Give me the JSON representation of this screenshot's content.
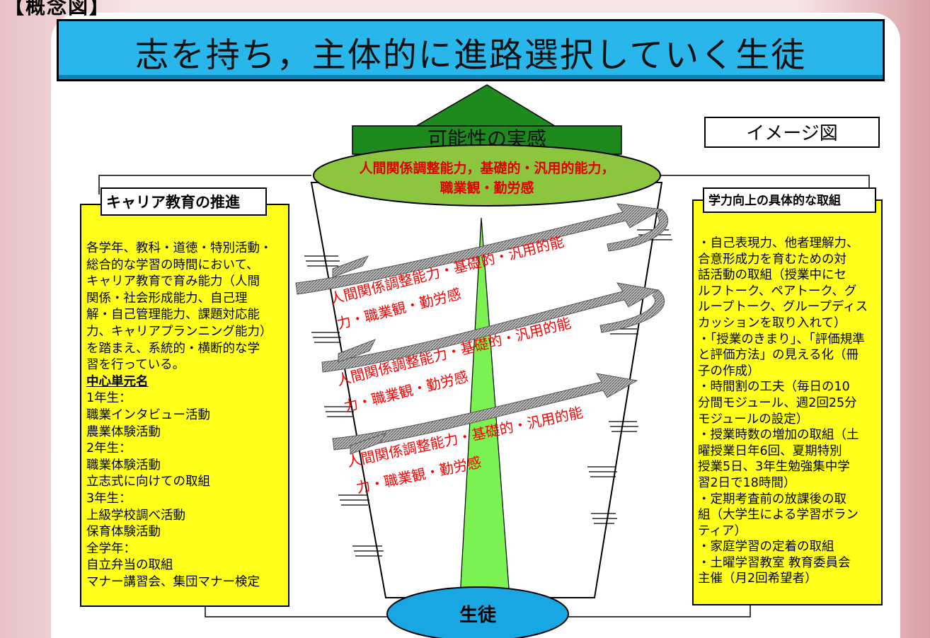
{
  "corner_label": "【概念図】",
  "title": "志を持ち，主体的に進路選択していく生徒",
  "arrow_label": "可能性の実感",
  "image_label": "イメージ図",
  "top_ellipse": [
    "人間関係調整能力，基礎的・汎用的能力，",
    "職業観・勤労感"
  ],
  "bottom_ellipse": "生徒",
  "spiral_text": {
    "line1": "人間関係調整能力・基礎的・汎用的能",
    "line2": "力・職業観・勤労感"
  },
  "left_box": {
    "heading": "キャリア教育の推進",
    "lines": [
      "各学年、教科・道徳・特別活動・",
      "総合的な学習の時間において、",
      "キャリア教育で育み能力（人間",
      "関係・社会形成能力、自己理",
      "解・自己管理能力、課題対応能",
      "力、キャリアプランニング能力）",
      "を踏まえ、系統的・横断的な学",
      "習を行っている。",
      "中心単元名",
      "1年生：",
      "職業インタビュー活動",
      "農業体験活動",
      "2年生：",
      "職業体験活動",
      "立志式に向けての取組",
      "3年生：",
      "上級学校調べ活動",
      "保育体験活動",
      "全学年：",
      "自立弁当の取組",
      "マナー講習会、集団マナー検定"
    ]
  },
  "right_box": {
    "heading": "学力向上の具体的な取組",
    "lines": [
      "・自己表現力、他者理解力、",
      "合意形成力を育むための対",
      "話活動の取組（授業中にセ",
      "ルフトーク、ペアトーク、グ",
      "ループトーク、グループディス",
      "カッションを取り入れて）",
      "・「授業のきまり」、「評価規準",
      "と評価方法」の見える化（冊",
      "子の作成）",
      "・時間割の工夫（毎日の10",
      "分間モジュール、週2回25分",
      "モジュールの設定）",
      "・授業時数の増加の取組（土",
      "曜授業日年6回、夏期特別",
      "授業5日、3年生勉強集中学",
      "習2日で18時間）",
      "・定期考査前の放課後の取",
      "組（大学生による学習ボラン",
      "ティア）",
      "・家庭学習の定着の取組",
      "・土曜学習教室 教育委員会",
      "主催（月2回希望者）"
    ]
  },
  "colors": {
    "title_blue": "#29b6ea",
    "arrow_green": "#1e8a1e",
    "ellipse_green": "#8cc63f",
    "inner_green": "#7cf252",
    "box_yellow": "#ffff1a",
    "bottom_blue": "#19a7e3",
    "spiral_text_red": "#ff0000",
    "frame_pink": "#e8c2c6"
  }
}
